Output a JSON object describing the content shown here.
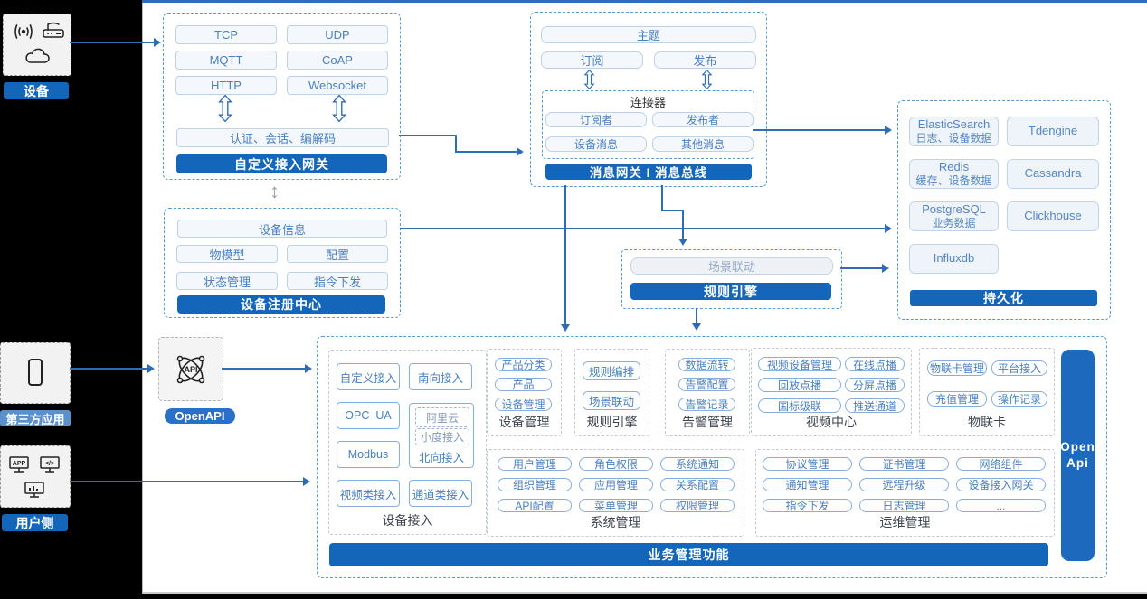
{
  "colors": {
    "accent_blue": "#1366b9",
    "line_blue": "#2e6cb5",
    "light_label_blue": "#5a91cd",
    "chip_text_blue": "#4a7fc1",
    "top_strip_blue": "#2e6db8"
  },
  "sidebar": {
    "device": {
      "label": "设备",
      "icons": [
        "signal-icon",
        "router-icon",
        "cloud-icon"
      ]
    },
    "third_party": {
      "label": "第三方应用",
      "icons": [
        "phone-icon"
      ]
    },
    "user_side": {
      "label": "用户侧",
      "icons": [
        "app-monitor-icon",
        "code-monitor-icon",
        "chart-monitor-icon"
      ]
    }
  },
  "icons": {
    "openapi_text": "API",
    "app_text": "APP",
    "code_text": "</>"
  },
  "gateway": {
    "protocols": [
      "TCP",
      "UDP",
      "MQTT",
      "CoAP",
      "HTTP",
      "Websocket"
    ],
    "auth_bar": "认证、会话、编解码",
    "title": "自定义接入网关"
  },
  "registry": {
    "info": "设备信息",
    "items": [
      "物模型",
      "配置",
      "状态管理",
      "指令下发"
    ],
    "title": "设备注册中心"
  },
  "message_bus": {
    "topic": "主题",
    "subscribe": "订阅",
    "publish": "发布",
    "connector": {
      "title": "连接器",
      "items": [
        "订阅者",
        "发布者",
        "设备消息",
        "其他消息"
      ]
    },
    "title": "消息网关 I 消息总线"
  },
  "persistence": {
    "stores": [
      {
        "name": "ElasticSearch",
        "desc": "日志、设备数据"
      },
      {
        "name": "Tdengine",
        "desc": ""
      },
      {
        "name": "Redis",
        "desc": "缓存、设备数据"
      },
      {
        "name": "Cassandra",
        "desc": ""
      },
      {
        "name": "PostgreSQL",
        "desc": "业务数据"
      },
      {
        "name": "Clickhouse",
        "desc": ""
      },
      {
        "name": "Influxdb",
        "desc": ""
      }
    ],
    "title": "持久化"
  },
  "rule_engine_box": {
    "item": "场景联动",
    "title": "规则引擎"
  },
  "openapi": {
    "label": "OpenAPI"
  },
  "business": {
    "title": "业务管理功能",
    "open_api_bar": "Open Api",
    "device_access": {
      "label": "设备接入",
      "left": [
        "自定义接入",
        "OPC–UA",
        "Modbus",
        "视频类接入"
      ],
      "right_top": "南向接入",
      "north": {
        "dashed": [
          "阿里云",
          "小度接入"
        ],
        "label": "北向接入"
      },
      "right_bottom": "通道类接入"
    },
    "sections": [
      {
        "label": "设备管理",
        "items": [
          "产品分类",
          "产品",
          "设备管理"
        ]
      },
      {
        "label": "规则引擎",
        "items": [
          "规则编排",
          "场景联动"
        ]
      },
      {
        "label": "告警管理",
        "items": [
          "数据流转",
          "告警配置",
          "告警记录"
        ]
      },
      {
        "label": "视频中心",
        "items": [
          "视频设备管理",
          "在线点播",
          "回放点播",
          "分屏点播",
          "国标级联",
          "推送通道"
        ]
      },
      {
        "label": "物联卡",
        "items": [
          "物联卡管理",
          "平台接入",
          "充值管理",
          "操作记录"
        ]
      },
      {
        "label": "系统管理",
        "items": [
          "用户管理",
          "角色权限",
          "系统通知",
          "组织管理",
          "应用管理",
          "关系配置",
          "API配置",
          "菜单管理",
          "权限管理"
        ]
      },
      {
        "label": "运维管理",
        "items": [
          "协议管理",
          "证书管理",
          "网络组件",
          "通知管理",
          "远程升级",
          "设备接入网关",
          "指令下发",
          "日志管理",
          "..."
        ]
      }
    ]
  }
}
